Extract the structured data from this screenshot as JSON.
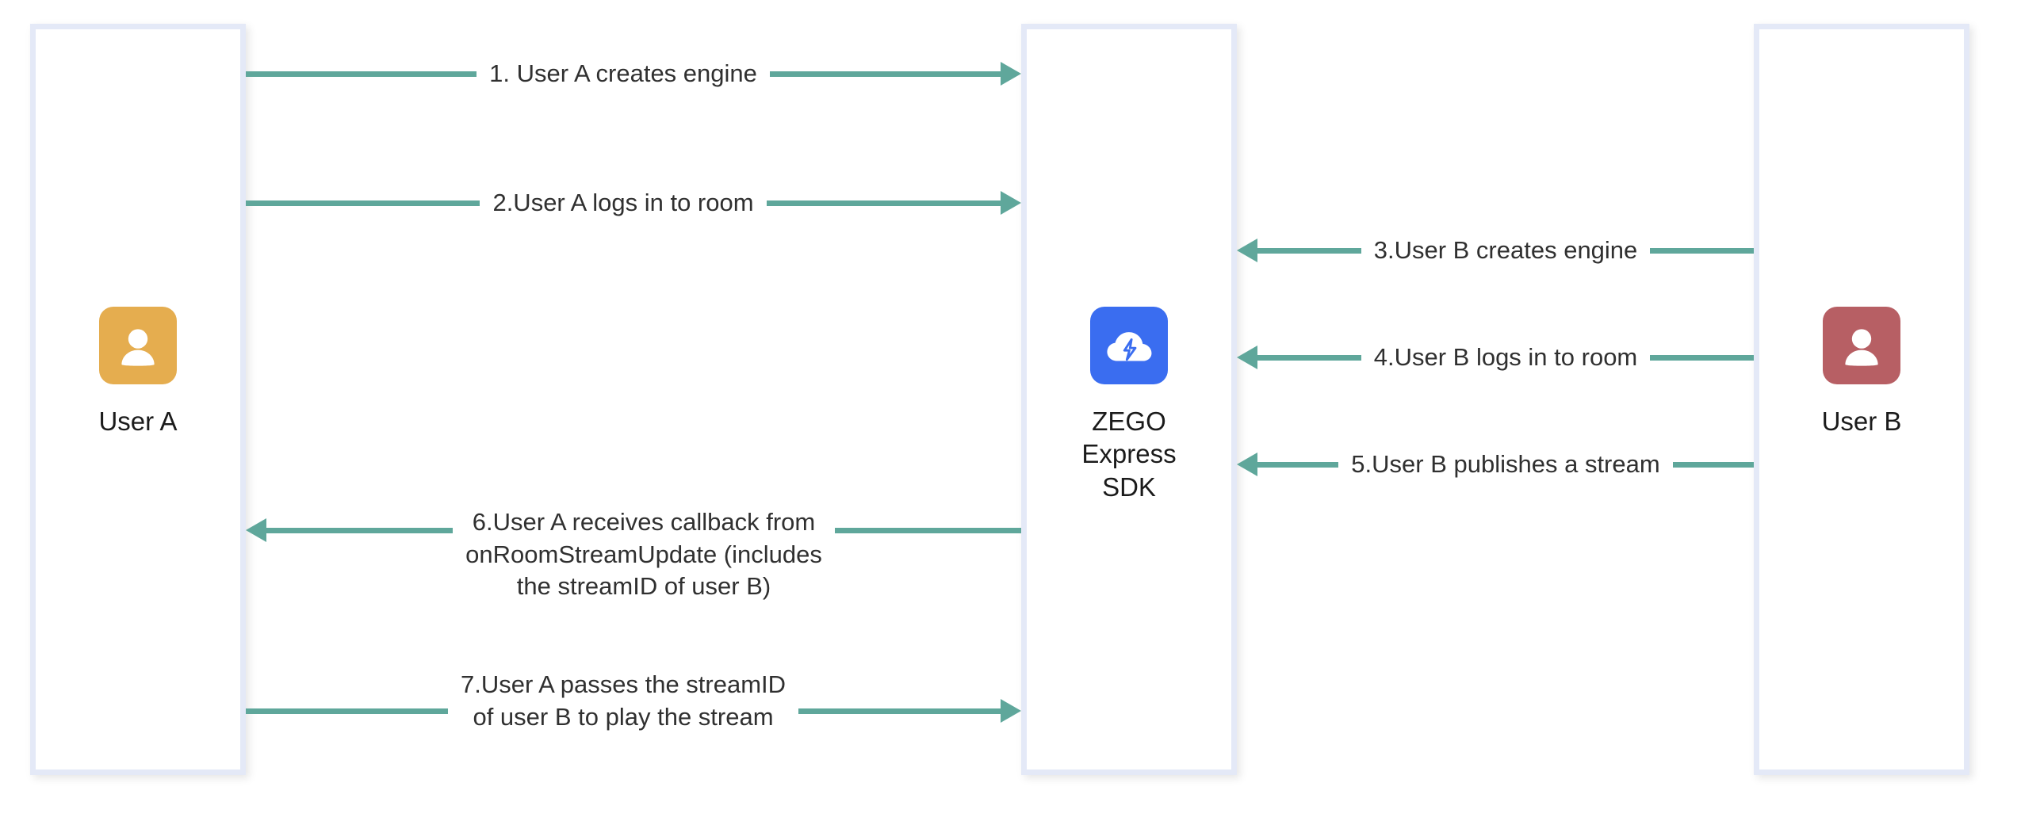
{
  "diagram": {
    "title": "ZEGO Express SDK stream publishing and playing sequence",
    "colors": {
      "arrow": "#5fa79b",
      "box_border": "#e4e9f7",
      "user_a_avatar": "#e5ad4f",
      "user_b_avatar": "#b75f64",
      "sdk_logo": "#3a6df0",
      "text": "#303030"
    }
  },
  "actors": {
    "user_a": {
      "label": "User A",
      "icon": "person-icon",
      "avatar_color": "#e5ad4f"
    },
    "sdk": {
      "label": "ZEGO\nExpress\nSDK",
      "icon": "cloud-bolt-icon",
      "avatar_color": "#3a6df0"
    },
    "user_b": {
      "label": "User B",
      "icon": "person-icon",
      "avatar_color": "#b75f64"
    }
  },
  "messages": [
    {
      "step": 1,
      "text": "1. User A creates engine",
      "from": "user_a",
      "to": "sdk",
      "direction": "right"
    },
    {
      "step": 2,
      "text": "2.User A logs in to room",
      "from": "user_a",
      "to": "sdk",
      "direction": "right"
    },
    {
      "step": 3,
      "text": "3.User B creates engine",
      "from": "user_b",
      "to": "sdk",
      "direction": "left"
    },
    {
      "step": 4,
      "text": "4.User B logs in to room",
      "from": "user_b",
      "to": "sdk",
      "direction": "left"
    },
    {
      "step": 5,
      "text": "5.User B publishes a stream",
      "from": "user_b",
      "to": "sdk",
      "direction": "left"
    },
    {
      "step": 6,
      "text": "6.User A receives callback from\nonRoomStreamUpdate (includes\nthe streamID of user B)",
      "from": "sdk",
      "to": "user_a",
      "direction": "left"
    },
    {
      "step": 7,
      "text": "7.User A passes the streamID\nof user B to play the stream",
      "from": "user_a",
      "to": "sdk",
      "direction": "right"
    }
  ]
}
